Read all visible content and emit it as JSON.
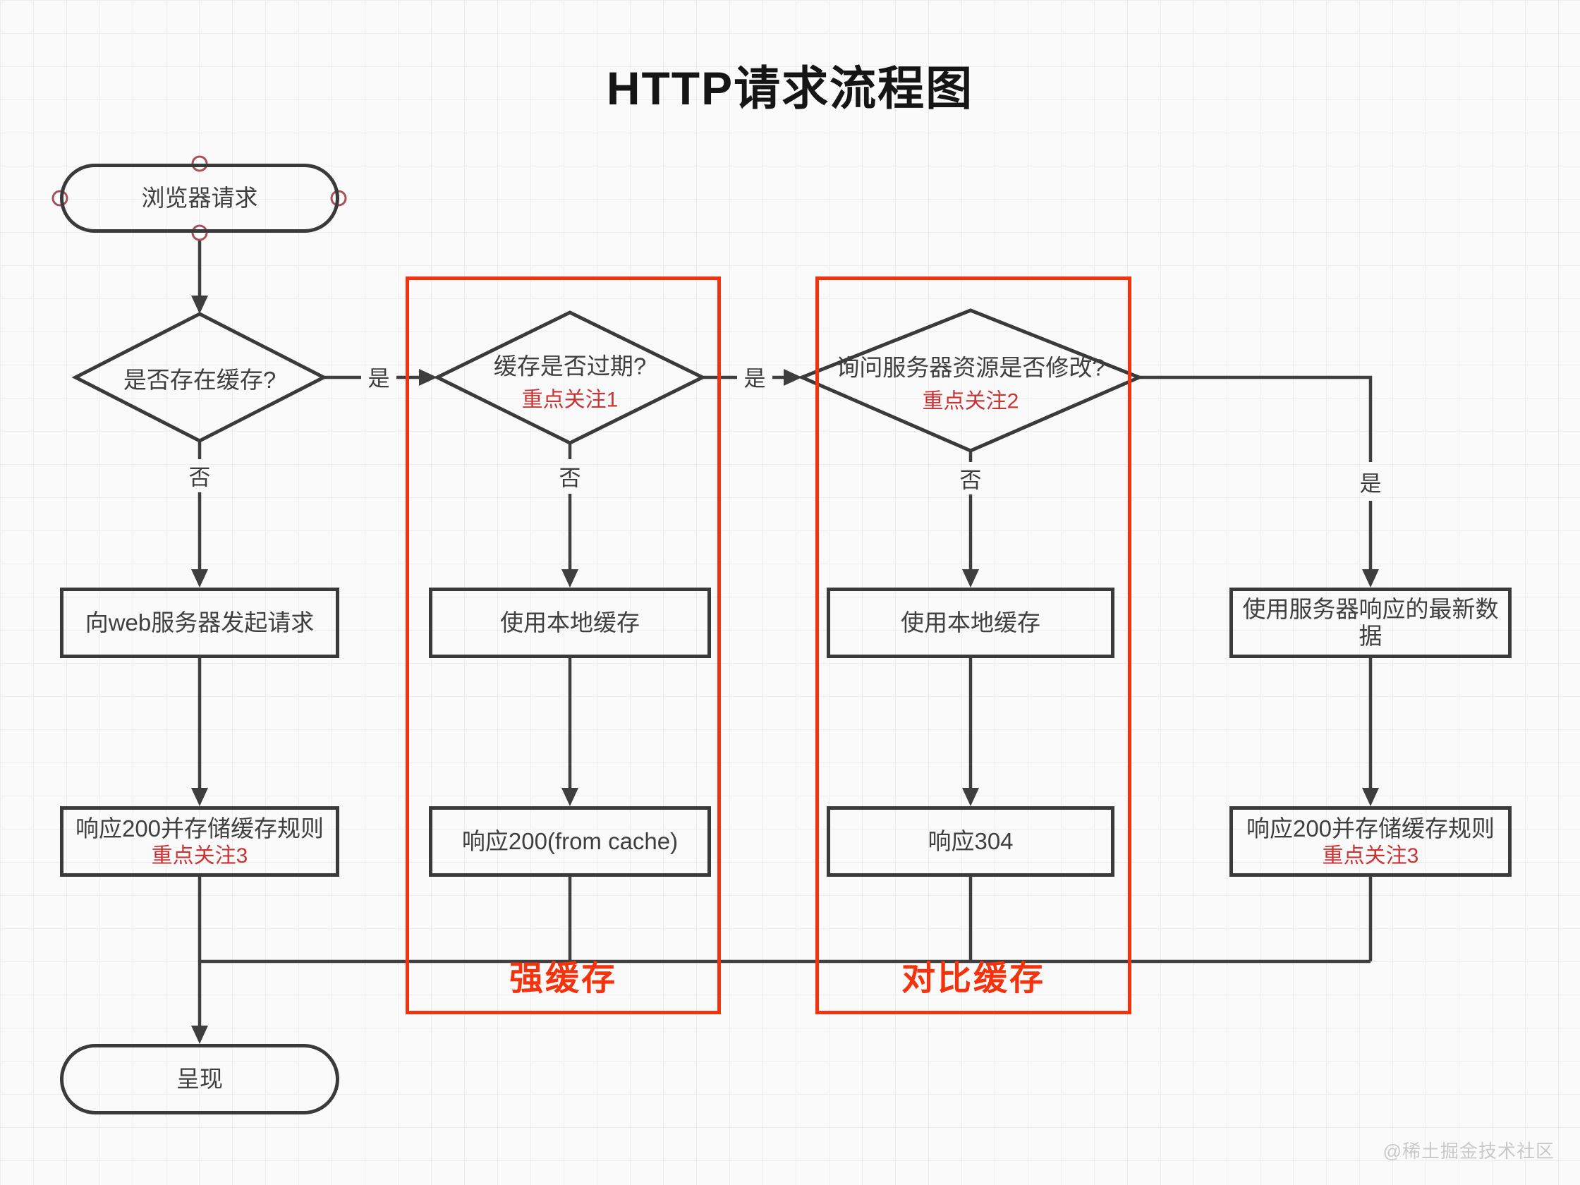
{
  "title": "HTTP请求流程图",
  "watermark": "@稀土掘金技术社区",
  "colors": {
    "line": "#3e3e3e",
    "node_border": "#3a3a3a",
    "annotation_red": "#c93434",
    "region_red": "#f2330d",
    "background": "#fbfafa"
  },
  "nodes": {
    "start": {
      "label": "浏览器请求"
    },
    "decision1": {
      "label": "是否存在缓存?"
    },
    "decision2": {
      "label": "缓存是否过期?",
      "note": "重点关注1"
    },
    "decision3": {
      "label": "询问服务器资源是否修改?",
      "note": "重点关注2"
    },
    "request": {
      "label": "向web服务器发起请求"
    },
    "local_cache_1": {
      "label": "使用本地缓存"
    },
    "local_cache_2": {
      "label": "使用本地缓存"
    },
    "latest_data": {
      "label": "使用服务器响应的最新数据"
    },
    "resp200_store_1": {
      "label": "响应200并存储缓存规则",
      "note": "重点关注3"
    },
    "resp200_cache": {
      "label": "响应200(from cache)"
    },
    "resp304": {
      "label": "响应304"
    },
    "resp200_store_2": {
      "label": "响应200并存储缓存规则",
      "note": "重点关注3"
    },
    "end": {
      "label": "呈现"
    }
  },
  "edge_labels": {
    "yes1": "是",
    "yes2": "是",
    "yes3": "是",
    "no1": "否",
    "no2": "否",
    "no3": "否"
  },
  "regions": {
    "strong_cache": "强缓存",
    "compare_cache": "对比缓存"
  }
}
